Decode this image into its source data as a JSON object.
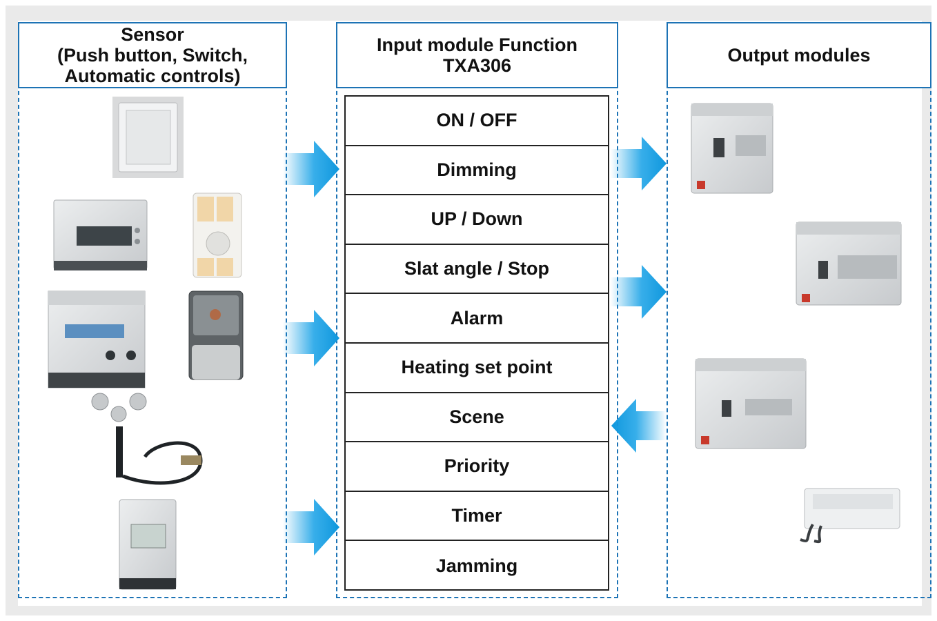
{
  "columns": {
    "sensor": {
      "title_line1": "Sensor",
      "title_line2": "(Push button, Switch,",
      "title_line3": "Automatic controls)"
    },
    "input": {
      "title_line1": "Input module Function",
      "title_line2": "TXA306"
    },
    "output": {
      "title": "Output modules"
    }
  },
  "functions": [
    "ON / OFF",
    "Dimming",
    "UP / Down",
    "Slat angle / Stop",
    "Alarm",
    "Heating set point",
    "Scene",
    "Priority",
    "Timer",
    "Jamming"
  ],
  "colors": {
    "border": "#1d73b5",
    "arrow": "#14a0e6",
    "device_body": "#d8dadc",
    "accent_red": "#c8392b"
  },
  "icons": {
    "sensors": [
      "push-button-switch-icon",
      "lcd-controller-icon",
      "light-sensor-icon",
      "twilight-switch-icon",
      "brightness-sensor-icon",
      "anemometer-icon",
      "digital-timer-icon"
    ],
    "outputs": [
      "output-module-4ch-icon",
      "output-module-8ch-icon",
      "output-module-dimmer-icon",
      "heating-actuator-icon"
    ],
    "arrows": [
      "arrow-right-icon",
      "arrow-left-icon"
    ]
  }
}
